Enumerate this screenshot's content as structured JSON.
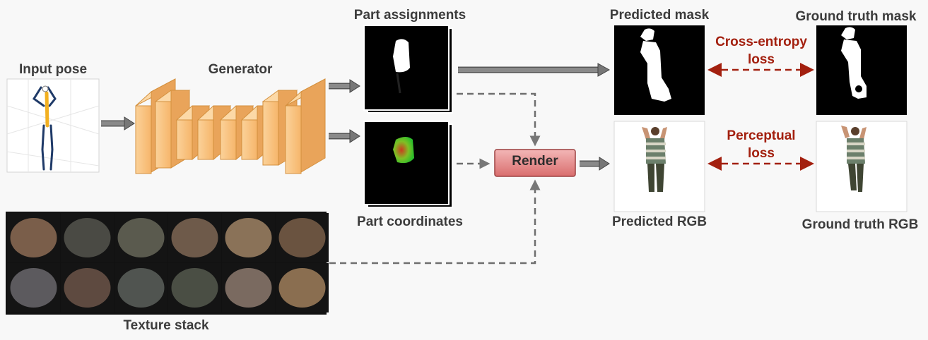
{
  "labels": {
    "input_pose": "Input pose",
    "generator": "Generator",
    "part_assignments": "Part assignments",
    "part_coordinates": "Part coordinates",
    "render": "Render",
    "predicted_mask": "Predicted mask",
    "ground_truth_mask": "Ground truth mask",
    "predicted_rgb": "Predicted RGB",
    "ground_truth_rgb": "Ground truth RGB",
    "texture_stack": "Texture stack",
    "cross_entropy_line1": "Cross-entropy",
    "cross_entropy_line2": "loss",
    "perceptual_line1": "Perceptual",
    "perceptual_line2": "loss"
  },
  "colors": {
    "background": "#f8f8f8",
    "label_text": "#3c3c3c",
    "loss_text": "#a3200f",
    "generator_block": "#f9c27d",
    "render_box": "#e48787",
    "arrow_gray": "#777777",
    "loss_arrow": "#a3200f"
  },
  "texture_stack": {
    "rows": 2,
    "cols": 6
  }
}
